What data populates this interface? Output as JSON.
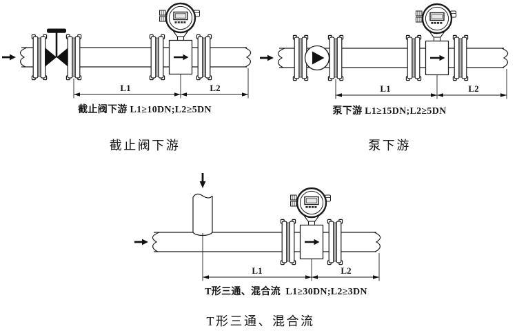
{
  "figure": {
    "background": "#ffffff",
    "line_color": "#1a1a1a",
    "fill_color": "#111111"
  },
  "diagrams": [
    {
      "name": "shutoff-valve-downstream",
      "component": "shutoff-valve",
      "caption": "截止阀下游 L1≥10DN;L2≥5DN",
      "title": "截止阀下游",
      "dims": {
        "l1": "L1",
        "l2": "L2"
      }
    },
    {
      "name": "pump-downstream",
      "component": "pump",
      "caption": "泵下游 L1≥15DN;L2≥5DN",
      "title": "泵下游",
      "dims": {
        "l1": "L1",
        "l2": "L2"
      }
    },
    {
      "name": "tee-mixed-flow",
      "component": "tee-branch",
      "caption": "T形三通、混合流  L1≥30DN;L2≥3DN",
      "title": "T形三通、混合流",
      "dims": {
        "l1": "L1",
        "l2": "L2"
      }
    }
  ]
}
